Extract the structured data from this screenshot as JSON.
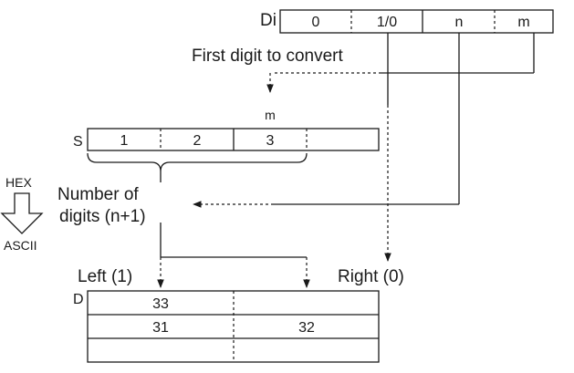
{
  "di_register": {
    "label": "Di",
    "digits": [
      "0",
      "1/0",
      "n",
      "m"
    ]
  },
  "first_digit_label": "First digit to convert",
  "source": {
    "label": "S",
    "pointer_label": "m",
    "digits": [
      "1",
      "2",
      "3"
    ]
  },
  "conversion": {
    "from": "HEX",
    "to": "ASCII"
  },
  "num_digits_label": [
    "Number of",
    "digits (n+1)"
  ],
  "left_label": "Left (1)",
  "right_label": "Right (0)",
  "destination": {
    "label": "D",
    "rows": [
      [
        "33",
        ""
      ],
      [
        "31",
        "32"
      ],
      [
        "",
        ""
      ]
    ]
  }
}
